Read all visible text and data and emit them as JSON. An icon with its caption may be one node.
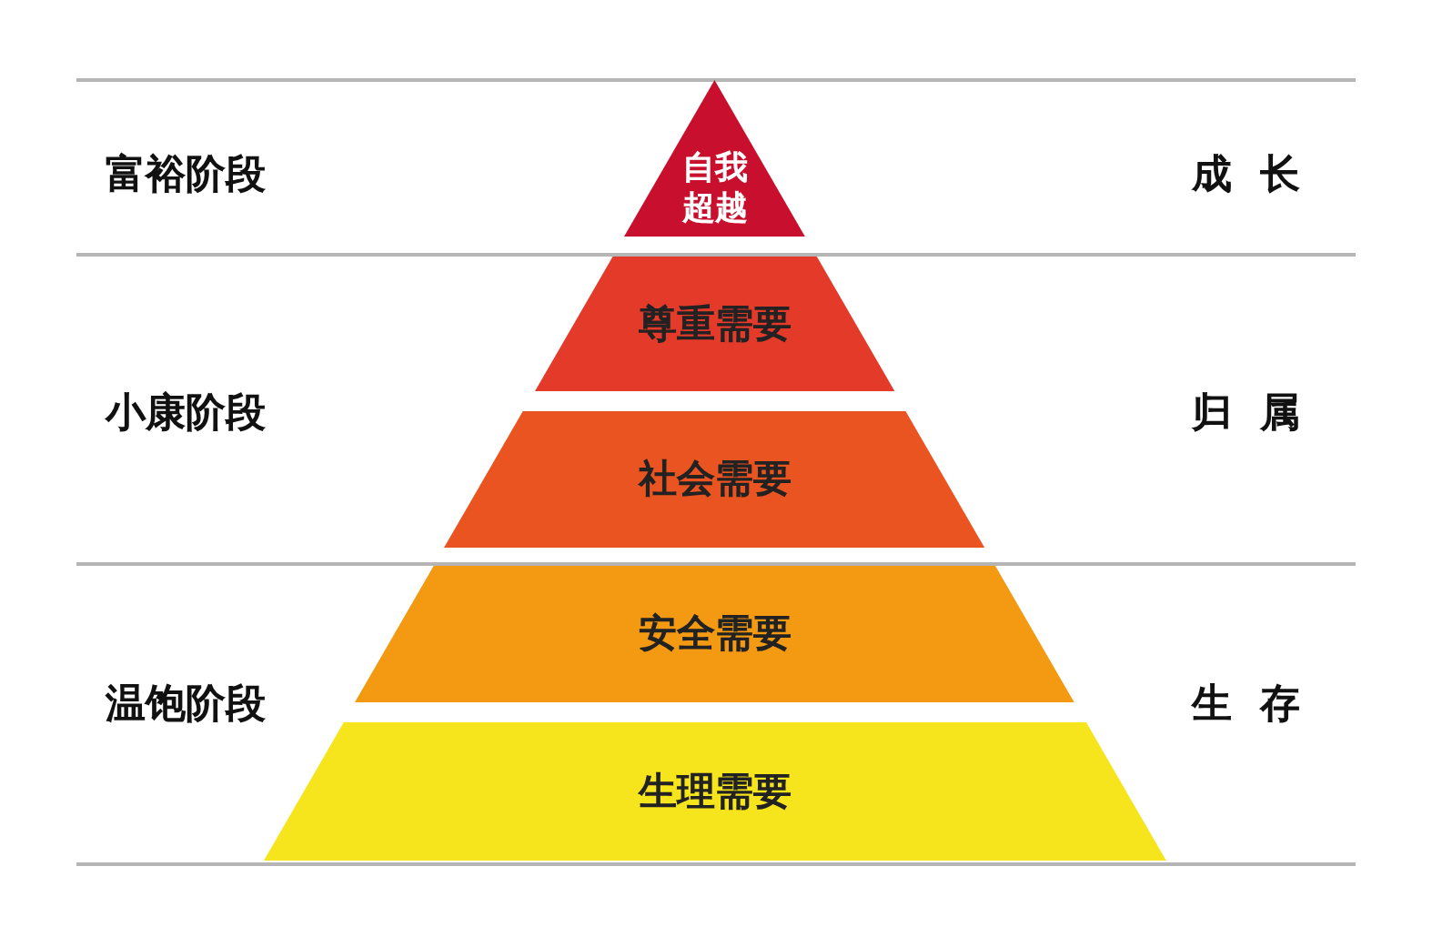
{
  "diagram": {
    "nodes": [
      {
        "text": [
          "自我超越"
        ]
      },
      {
        "text": [
          "尊重需要"
        ]
      },
      {
        "text": [
          "社会需要"
        ]
      },
      {
        "text": [
          "安全需要"
        ]
      },
      {
        "text": [
          "生理需要"
        ]
      }
    ],
    "labels": [
      "富裕阶段",
      "成 长",
      "小康阶段",
      "归 属",
      "温饱阶段",
      "生 存"
    ]
  }
}
